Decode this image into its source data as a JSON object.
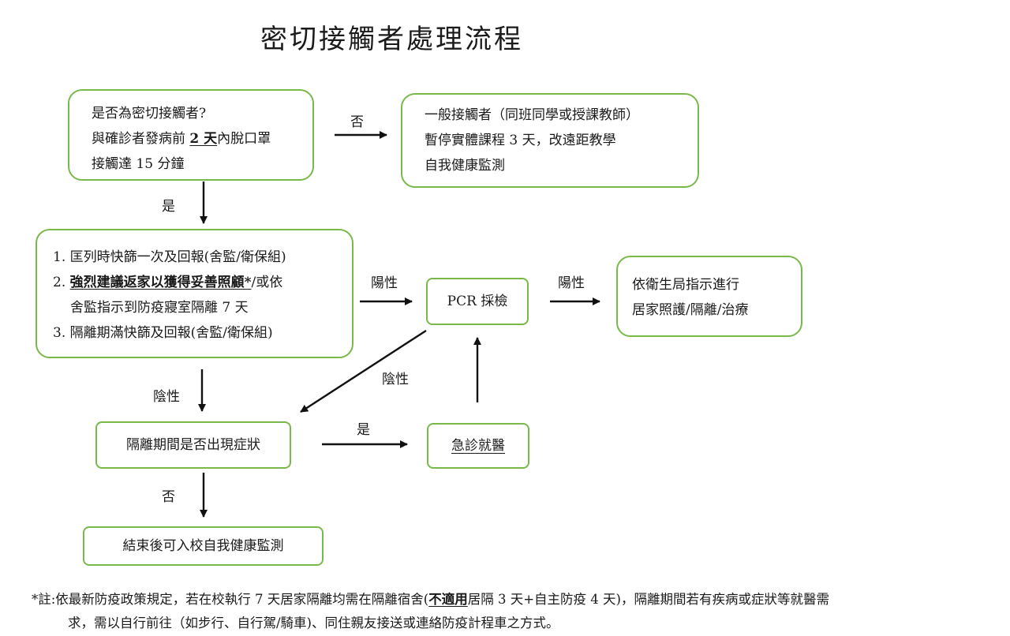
{
  "title": "密切接觸者處理流程",
  "box_q1": {
    "line1": "是否為密切接觸者?",
    "line2_pre": "與確診者發病前 ",
    "line2_bold": "2 天",
    "line2_post": "內脫口罩",
    "line3": "接觸達 15 分鐘"
  },
  "box_general": {
    "line1": "一般接觸者（同班同學或授課教師）",
    "line2": "暫停實體課程 3 天，改遠距教學",
    "line3": "自我健康監測"
  },
  "box_steps": {
    "step1": "1. 匡列時快篩一次及回報(舍監/衛保組)",
    "step2_num": "2. ",
    "step2_bold": "強烈建議返家以獲得妥善照顧*",
    "step2_post": "/或依",
    "step2_cont": "舍監指示到防疫寢室隔離 7 天",
    "step3": "3. 隔離期滿快篩及回報(舍監/衛保組)"
  },
  "box_pcr": {
    "label": "PCR 採檢"
  },
  "box_health_bureau": {
    "line1": "依衛生局指示進行",
    "line2": "居家照護/隔離/治療"
  },
  "box_symptoms": {
    "label": "隔離期間是否出現症狀"
  },
  "box_er": {
    "label": "急診就醫"
  },
  "box_end": {
    "label": "結束後可入校自我健康監測"
  },
  "labels": {
    "no_1": "否",
    "yes_1": "是",
    "positive_1": "陽性",
    "positive_2": "陽性",
    "negative_1": "陰性",
    "negative_2": "陰性",
    "yes_2": "是",
    "no_2": "否"
  },
  "footnote": {
    "line1_pre": "*註:依最新防疫政策規定，若在校執行 7 天居家隔離均需在隔離宿舍(",
    "line1_bold": "不適用",
    "line1_post": "居隔 3 天+自主防疫 4 天)，隔離期間若有疾病或症狀等就醫需",
    "line2": "求，需以自行前往（如步行、自行駕/騎車)、同住親友接送或連絡防疫計程車之方式。"
  },
  "colors": {
    "box_border": "#79b94a",
    "text": "#1a1a1a",
    "arrow": "#111111"
  }
}
